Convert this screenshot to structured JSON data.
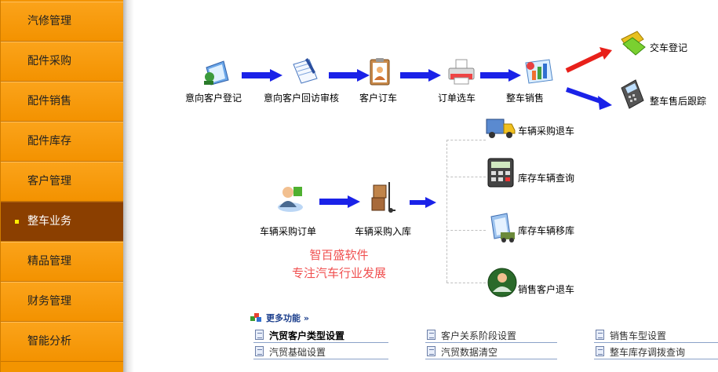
{
  "sidebar": {
    "items": [
      {
        "label": "汽修管理",
        "active": false
      },
      {
        "label": "配件采购",
        "active": false
      },
      {
        "label": "配件销售",
        "active": false
      },
      {
        "label": "配件库存",
        "active": false
      },
      {
        "label": "客户管理",
        "active": false
      },
      {
        "label": "整车业务",
        "active": true
      },
      {
        "label": "精品管理",
        "active": false
      },
      {
        "label": "财务管理",
        "active": false
      },
      {
        "label": "智能分析",
        "active": false
      }
    ]
  },
  "flow1": {
    "n1": {
      "label": "意向客户登记",
      "icon": "pen-folder-icon"
    },
    "n2": {
      "label": "意向客户回访审核",
      "icon": "notebook-pen-icon"
    },
    "n3": {
      "label": "客户订车",
      "icon": "clipboard-person-icon"
    },
    "n4": {
      "label": "订单选车",
      "icon": "printer-icon"
    },
    "n5": {
      "label": "整车销售",
      "icon": "sales-chart-icon"
    },
    "n6": {
      "label": "交车登记",
      "icon": "keys-icon"
    },
    "n7": {
      "label": "整车售后跟踪",
      "icon": "pos-terminal-icon"
    }
  },
  "flow2": {
    "n1": {
      "label": "车辆采购订单",
      "icon": "person-money-icon"
    },
    "n2": {
      "label": "车辆采购入库",
      "icon": "boxes-handtruck-icon"
    },
    "b1": {
      "label": "车辆采购退车",
      "icon": "truck-return-icon"
    },
    "b2": {
      "label": "库存车辆查询",
      "icon": "calculator-icon"
    },
    "b3": {
      "label": "库存车辆移库",
      "icon": "truck-move-icon"
    },
    "b4": {
      "label": "销售客户退车",
      "icon": "customer-return-icon"
    }
  },
  "slogan": {
    "line1": "智百盛软件",
    "line2": "专注汽车行业发展"
  },
  "more": {
    "title": "更多功能",
    "chevron": "»",
    "links": [
      {
        "label": "汽贸客户类型设置",
        "bold": true
      },
      {
        "label": "客户关系阶段设置",
        "bold": false
      },
      {
        "label": "销售车型设置",
        "bold": false
      },
      {
        "label": "汽贸基础设置",
        "bold": false
      },
      {
        "label": "汽贸数据清空",
        "bold": false
      },
      {
        "label": "整车库存调拨查询",
        "bold": false
      }
    ]
  },
  "colors": {
    "accent_orange": "#f39400",
    "active_brown": "#8b3f00",
    "arrow_blue": "#1a22e8",
    "arrow_red": "#e8201a",
    "slogan_red": "#f05050"
  }
}
